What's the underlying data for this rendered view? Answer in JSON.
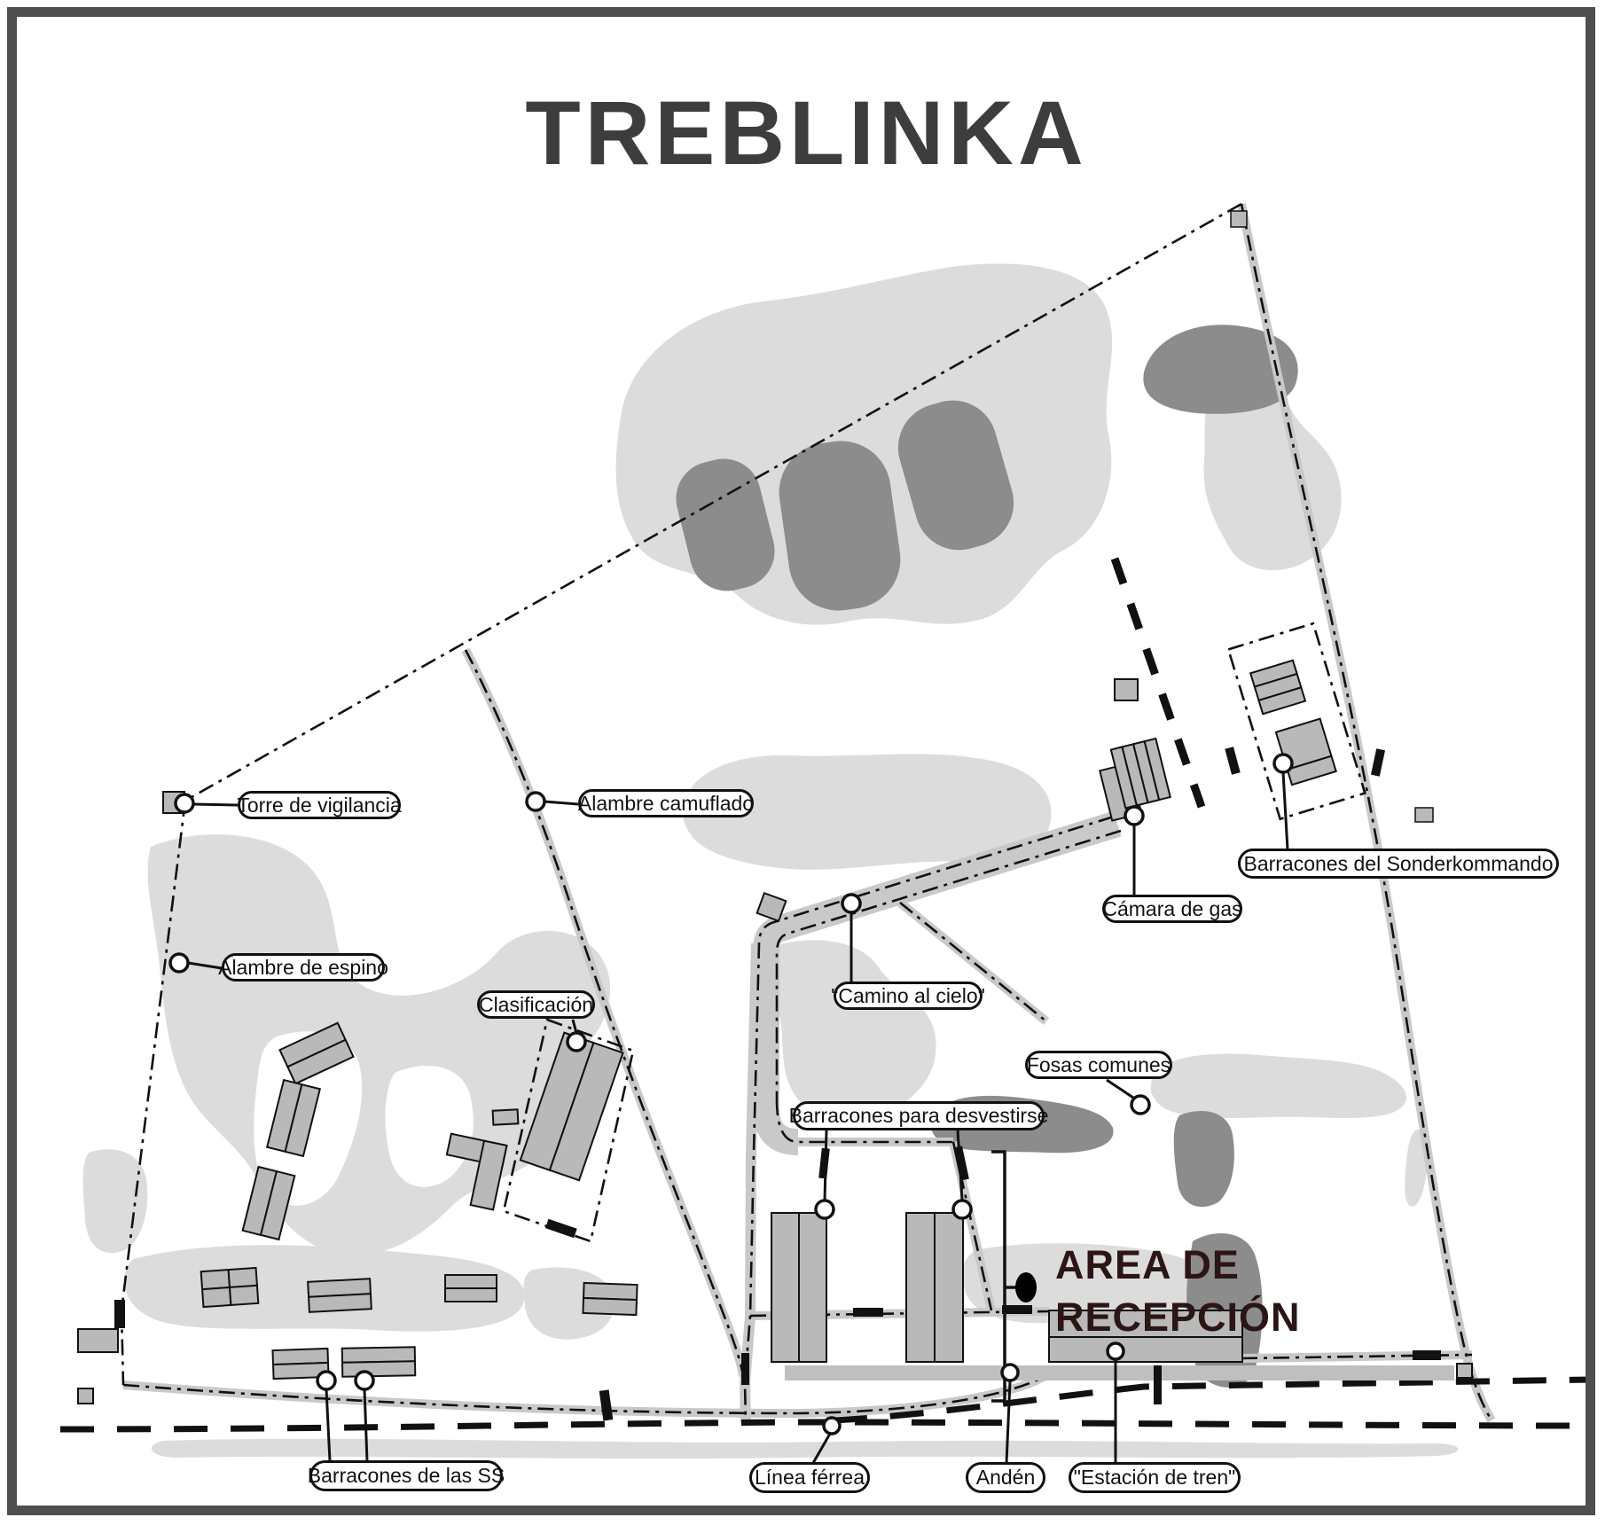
{
  "title": "TREBLINKA",
  "labels": {
    "torre": "Torre de vigilancia",
    "camuflado": "Alambre camuflado",
    "espino": "Alambre de espino",
    "clasificacion": "Clasificación",
    "sonderkommando": "Barracones del Sonderkommando",
    "camara": "Cámara de gas",
    "camino": "\"Camino al cielo\"",
    "fosas": "Fosas comunes",
    "desvestirse": "Barracones para desvestirse",
    "ss": "Barracones de las SS",
    "linea": "Línea férrea",
    "anden": "Andén",
    "estacion": "\"Estación de tren\""
  },
  "reception": {
    "line1": "AREA DE",
    "line2": "RECEPCIÓN"
  },
  "colors": {
    "title_text": "#3d3d3d",
    "reception_text": "#2b1515",
    "light_area": "#dcdcdc",
    "dark_area": "#8c8c8c",
    "building_fill": "#b9b9b9",
    "fence_halo": "#c9c9c9",
    "frame": "#4f4f4f",
    "line": "#111111"
  }
}
